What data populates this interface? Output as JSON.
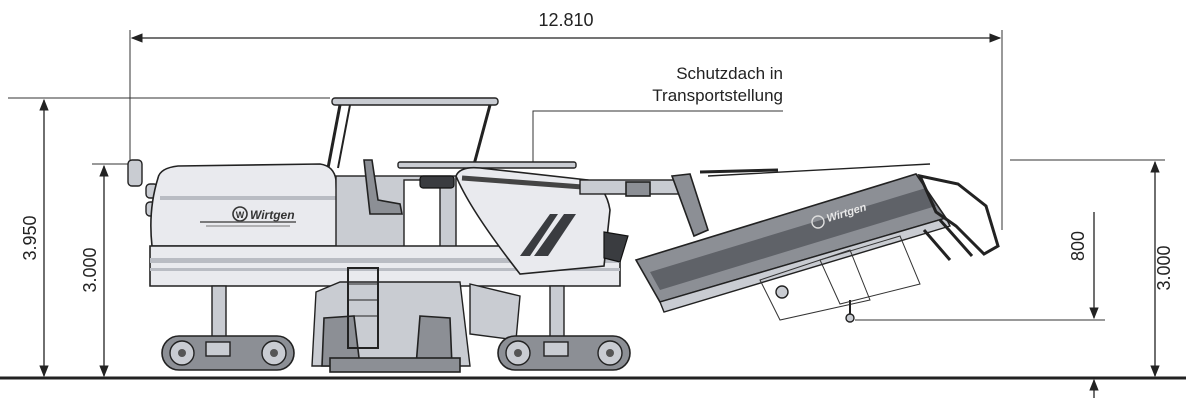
{
  "dimensions": {
    "overall_length": "12.810",
    "overall_height": "3.950",
    "machine_height_front": "3.000",
    "conveyor_height": "3.000",
    "conveyor_clearance": "800"
  },
  "callout": {
    "line1": "Schutzdach in",
    "line2": "Transportstellung"
  },
  "logos": {
    "machine": "Wirtgen",
    "conveyor": "Wirtgen"
  },
  "colors": {
    "body": "#e9eaee",
    "dark_grey": "#8c8f95",
    "line": "#222222"
  }
}
